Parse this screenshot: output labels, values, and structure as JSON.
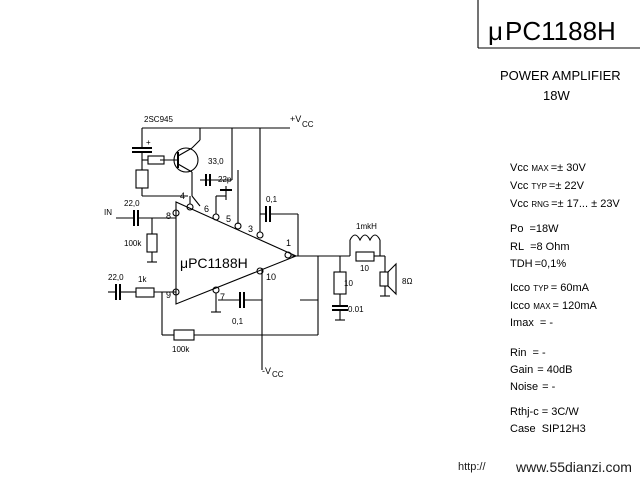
{
  "title": {
    "mu": "μ",
    "part": "PC1188H"
  },
  "subtitle": {
    "line1": "POWER AMPLIFIER",
    "line2": "18W"
  },
  "schematic": {
    "transistor": "2SC945",
    "vcc_pos": "+V",
    "vcc_neg": "-V",
    "vcc_sub": "CC",
    "ic_label": "μPC1188H",
    "input_label": "IN",
    "speaker_label": "8Ω",
    "components": {
      "c_input_top": "22,0",
      "r_input_top": "100k",
      "c_input_bot": "22,0",
      "r_input_bot": "1k",
      "r_feedback": "100k",
      "c_bootstrap": "33,0",
      "c_22p": "22p",
      "c_pin3": "0,1",
      "c_pin10": "0,1",
      "inductor": "1mkH",
      "r_out_series": "10",
      "r_zobel": "10",
      "c_zobel": "0.01"
    },
    "pins": [
      "1",
      "3",
      "4",
      "5",
      "6",
      "7",
      "8",
      "9",
      "10"
    ]
  },
  "specs": {
    "vcc_max": {
      "name": "Vcc",
      "sub": "MAX",
      "value": "=± 30V"
    },
    "vcc_typ": {
      "name": "Vcc",
      "sub": "TYP",
      "value": "=± 22V"
    },
    "vcc_rng": {
      "name": "Vcc",
      "sub": "RNG",
      "value": "=± 17... ± 23V"
    },
    "po": {
      "name": "Po",
      "value": "=18W"
    },
    "rl": {
      "name": "RL",
      "value": "=8 Ohm"
    },
    "tdh": {
      "name": "TDH",
      "value": "=0,1%"
    },
    "icco_typ": {
      "name": "Icco",
      "sub": "TYP",
      "value": "= 60mA"
    },
    "icco_max": {
      "name": "Icco",
      "sub": "MAX",
      "value": "= 120mA"
    },
    "imax": {
      "name": "Imax",
      "value": "=   -"
    },
    "rin": {
      "name": "Rin",
      "value": "= -"
    },
    "gain": {
      "name": "Gain",
      "value": "= 40dB"
    },
    "noise": {
      "name": "Noise",
      "value": "= -"
    },
    "rthj": {
      "name": "Rthj-c",
      "value": "= 3C/W"
    },
    "case": {
      "name": "Case",
      "value": "SIP12H3"
    }
  },
  "watermark": {
    "prefix": "http://",
    "site": "www.55dianzi.com"
  }
}
